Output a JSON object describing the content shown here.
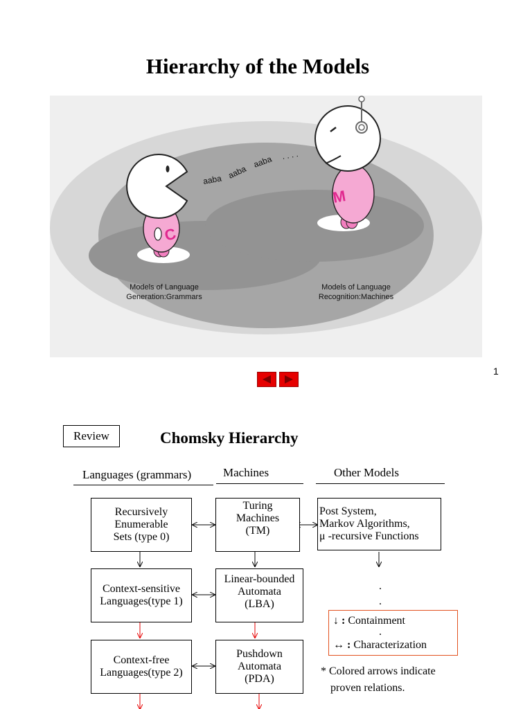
{
  "slide1": {
    "title": "Hierarchy of the Models",
    "speech": [
      "aaba",
      "aaba",
      "aaba",
      ". . . ."
    ],
    "left_caption": [
      "Models of Language",
      "Generation:Grammars"
    ],
    "right_caption": [
      "Models of Language",
      "Recognition:Machines"
    ],
    "left_letter": "C",
    "right_letter": "M",
    "nav": {
      "prev_icon": "triangle-left-icon",
      "next_icon": "triangle-right-icon"
    },
    "page_number": "1"
  },
  "slide2": {
    "review_label": "Review",
    "title": "Chomsky Hierarchy",
    "columns": [
      "Languages (grammars)",
      "Machines",
      "Other Models"
    ],
    "languages": [
      [
        "Recursively",
        "Enumerable",
        "Sets (type 0)"
      ],
      [
        "Context-sensitive",
        "Languages(type 1)"
      ],
      [
        "Context-free",
        "Languages(type 2)"
      ]
    ],
    "machines": [
      [
        "Turing",
        "Machines",
        "(TM)"
      ],
      [
        "Linear-bounded",
        "Automata",
        "(LBA)"
      ],
      [
        "Pushdown",
        "Automata",
        "(PDA)"
      ]
    ],
    "other_models": [
      "Post System,",
      "Markov Algorithms,",
      "μ  -recursive Functions"
    ],
    "dots": [
      ".",
      ".",
      "."
    ],
    "legend": {
      "containment_symbol": "↓ :",
      "containment": "Containment",
      "characterization_symbol": "↔ :",
      "characterization": "Characterization"
    },
    "note": [
      "* Colored arrows indicate",
      "proven relations."
    ],
    "colors": {
      "accent": "#e60000",
      "legend_border": "#e2501d",
      "char_pink": "#f5a9d3"
    }
  }
}
